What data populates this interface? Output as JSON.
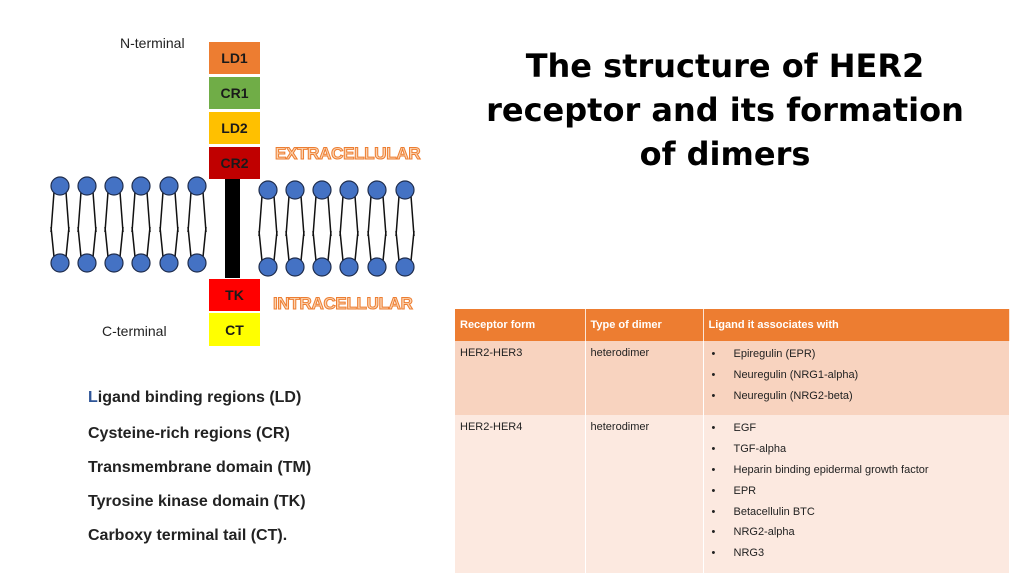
{
  "diagram": {
    "n_terminal": "N-terminal",
    "c_terminal": "C-terminal",
    "domains": [
      {
        "label": "LD1",
        "color": "#ed7d31"
      },
      {
        "label": "CR1",
        "color": "#70ad47"
      },
      {
        "label": "LD2",
        "color": "#ffc000"
      },
      {
        "label": "CR2",
        "color": "#c00000"
      },
      {
        "label": "TK",
        "color": "#ff0000"
      },
      {
        "label": "CT",
        "color": "#ffff00"
      }
    ],
    "extracellular": "EXTRACELLULAR",
    "intracellular": "INTRACELLULAR",
    "lipid_head_color": "#4472c4"
  },
  "title": "The structure of HER2 receptor and its formation of dimers",
  "legend": [
    {
      "first": "L",
      "rest": "igand binding regions (LD)"
    },
    {
      "first": "",
      "rest": "Cysteine-rich regions (CR)"
    },
    {
      "first": "",
      "rest": "Transmembrane domain (TM)"
    },
    {
      "first": "",
      "rest": "Tyrosine kinase domain (TK)"
    },
    {
      "first": "",
      "rest": "Carboxy terminal tail (CT)."
    }
  ],
  "table": {
    "headers": [
      "Receptor form",
      "Type of dimer",
      "Ligand it associates with"
    ],
    "rows": [
      {
        "form": "HER2-HER3",
        "type": "heterodimer",
        "ligands": [
          "Epiregulin (EPR)",
          "Neuregulin (NRG1-alpha)",
          "Neuregulin (NRG2-beta)"
        ]
      },
      {
        "form": "HER2-HER4",
        "type": "heterodimer",
        "ligands": [
          "EGF",
          "TGF-alpha",
          "Heparin binding epidermal growth factor",
          "EPR",
          "Betacellulin BTC",
          "NRG2-alpha",
          "NRG3"
        ]
      }
    ]
  }
}
